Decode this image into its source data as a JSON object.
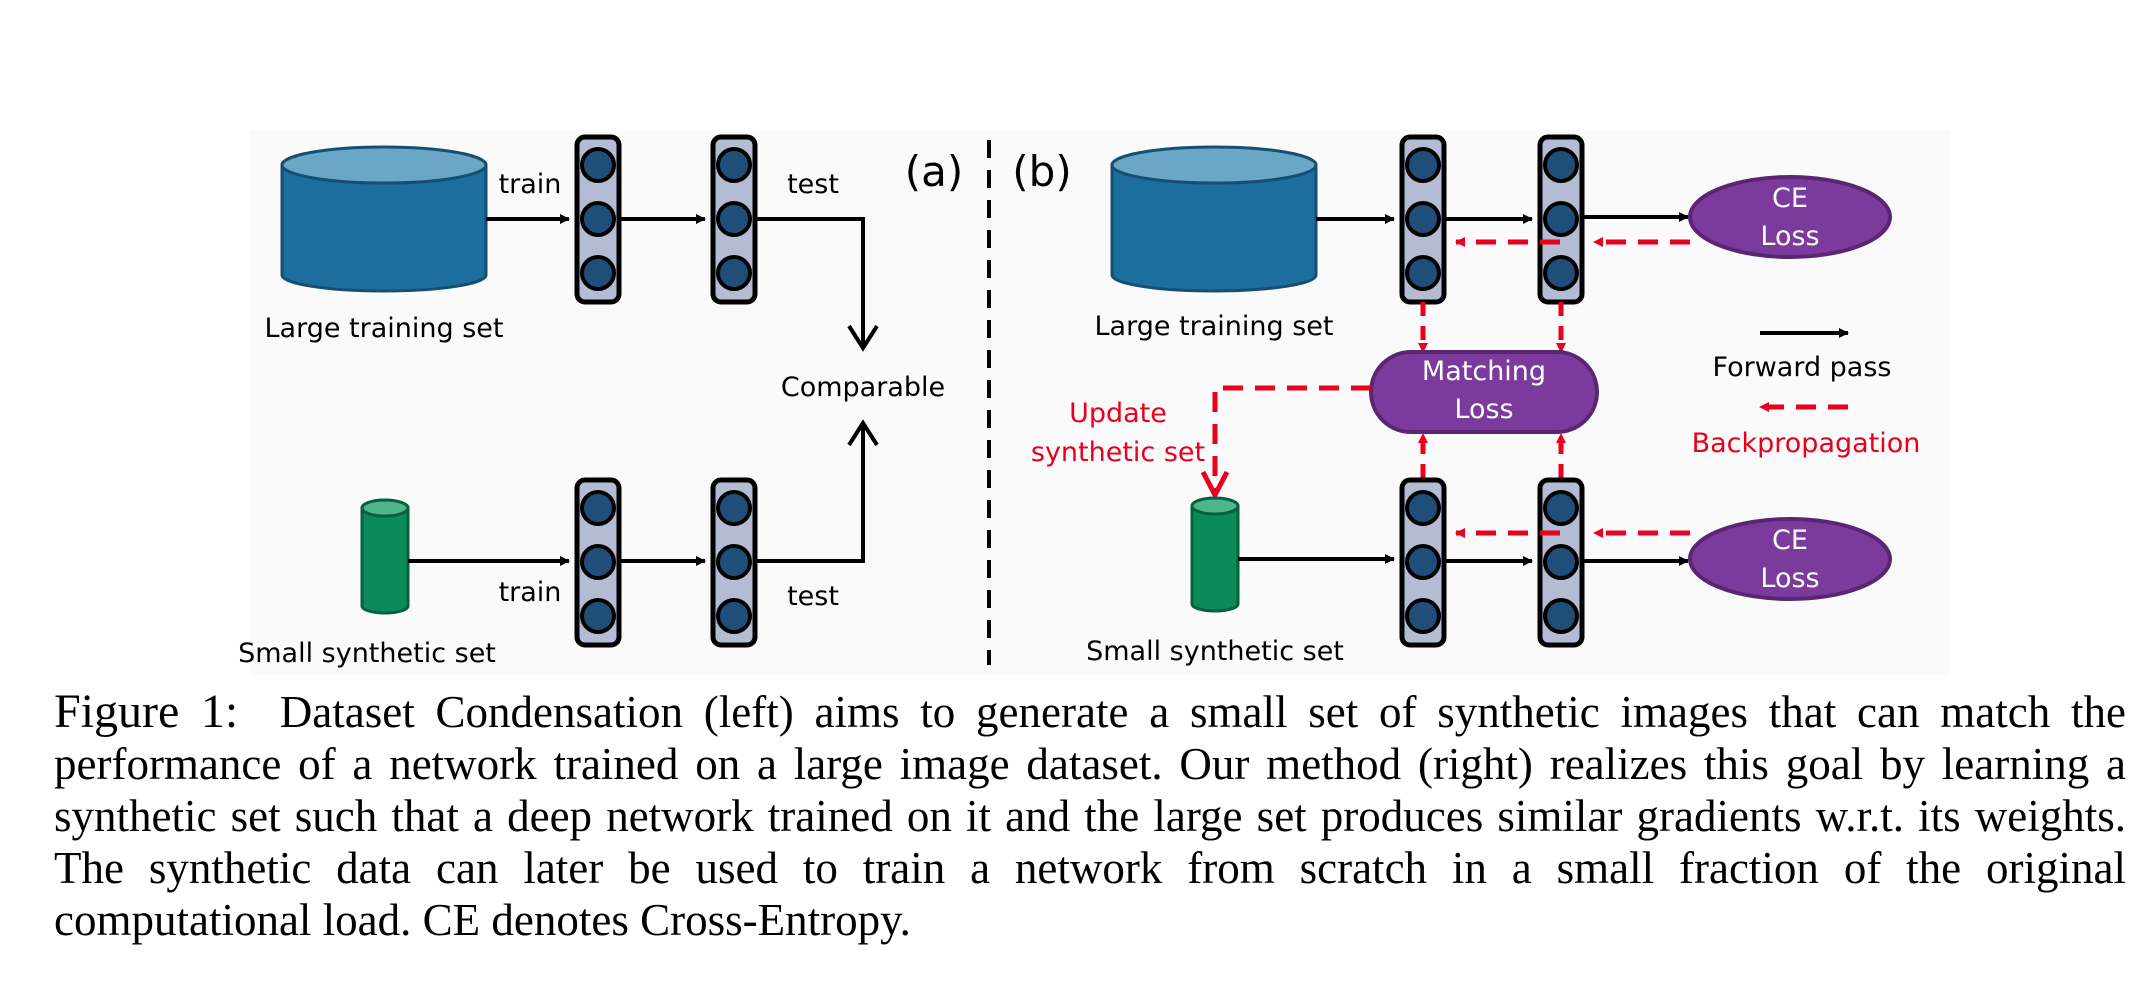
{
  "panel_a": {
    "label": "(a)",
    "large_set_label": "Large training set",
    "small_set_label": "Small synthetic set",
    "train_top": "train",
    "train_bottom": "train",
    "test_top": "test",
    "test_bottom": "test",
    "comparable": "Comparable"
  },
  "panel_b": {
    "label": "(b)",
    "large_set_label": "Large training set",
    "small_set_label": "Small synthetic set",
    "ce_loss_top": [
      "CE",
      "Loss"
    ],
    "ce_loss_bottom": [
      "CE",
      "Loss"
    ],
    "matching_loss": [
      "Matching",
      "Loss"
    ],
    "update": [
      "Update",
      "synthetic set"
    ],
    "legend_forward": "Forward pass",
    "legend_backprop": "Backpropagation"
  },
  "caption": {
    "figure_label": "Figure 1:",
    "text": "Dataset Condensation (left) aims to generate a small set of synthetic images that can match the performance of a network trained on a large image dataset. Our method (right) realizes this goal by learning a synthetic set such that a deep network trained on it and the large set produces similar gradients w.r.t. its weights. The synthetic data can later be used to train a network from scratch in a small fraction of the original computational load. CE denotes Cross-Entropy."
  },
  "colors": {
    "dataset_blue": "#1b6e9e",
    "dataset_blue_top": "#6aa6c6",
    "synthetic_green": "#0b8a5c",
    "synthetic_green_top": "#4fb58a",
    "network_fill": "#b3bcd2",
    "node_fill": "#1f4e79",
    "loss_purple": "#7b3b9c",
    "backprop_red": "#e8001c"
  }
}
